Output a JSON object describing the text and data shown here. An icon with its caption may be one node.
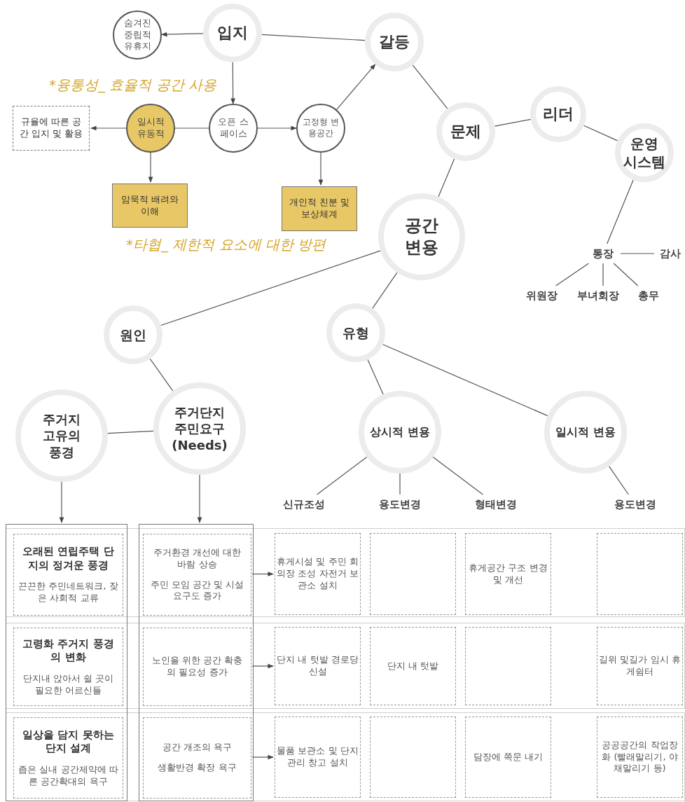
{
  "diagram": {
    "nodes": [
      {
        "text": [
          "숨겨진 중립적 유휴지"
        ]
      },
      {
        "text": [
          "입지"
        ]
      },
      {
        "text": [
          "갈등"
        ]
      },
      {
        "text": [
          "규율에 따른 공간 입지 및 활용"
        ]
      },
      {
        "text": [
          "일시적 유동적"
        ]
      },
      {
        "text": [
          "오픈 스페이스"
        ]
      },
      {
        "text": [
          "고정형 변용공간"
        ]
      },
      {
        "text": [
          "문제"
        ]
      },
      {
        "text": [
          "리더"
        ]
      },
      {
        "text": [
          "운영 시스템"
        ]
      },
      {
        "text": [
          "암묵적 배려와 이해"
        ]
      },
      {
        "text": [
          "개인적 친분 및 보상체계"
        ]
      },
      {
        "text": [
          "공간 변용"
        ]
      },
      {
        "text": [
          "통장"
        ]
      },
      {
        "text": [
          "감사"
        ]
      },
      {
        "text": [
          "위원장"
        ]
      },
      {
        "text": [
          "부녀회장"
        ]
      },
      {
        "text": [
          "총무"
        ]
      },
      {
        "text": [
          "원인"
        ]
      },
      {
        "text": [
          "유형"
        ]
      },
      {
        "text": [
          "주거지 고유의 풍경"
        ]
      },
      {
        "text": [
          "주거단지 주민요구 (Needs)"
        ]
      },
      {
        "text": [
          "상시적 변용"
        ]
      },
      {
        "text": [
          "일시적 변용"
        ]
      },
      {
        "text": [
          "신규조성"
        ]
      },
      {
        "text": [
          "용도변경"
        ]
      },
      {
        "text": [
          "형태변경"
        ]
      },
      {
        "text": [
          "용도변경"
        ]
      },
      {
        "text": [],
        "shape": "box"
      },
      {
        "text": [],
        "shape": "box"
      },
      {
        "text": [
          "오래된 연립주택 단지의 정겨운 풍경",
          "끈끈한 주민네트워크, 잦은 사회적 교류"
        ],
        "in": 28
      },
      {
        "text": [
          "주거환경 개선에 대한 바람 상승",
          "주민 모임 공간 및 시설 요구도 증가"
        ],
        "in": 29
      },
      {
        "text": [
          "휴게시설 및 주민 회의장 조성 자전거 보관소 설치"
        ]
      },
      {
        "text": [],
        "shape": "box"
      },
      {
        "text": [
          "휴게공간 구조 변경 및 개선"
        ]
      },
      {
        "text": [],
        "shape": "box"
      },
      {
        "text": [
          "고령화 주거지 풍경의 변화",
          "단지내 앉아서 쉴 곳이 필요한 어르신들"
        ],
        "in": 28
      },
      {
        "text": [
          "노인을 위한 공간 확충의 필요성 증가"
        ],
        "in": 29
      },
      {
        "text": [
          "단지 내 텃밭 경로당 신설"
        ]
      },
      {
        "text": [
          "단지 내 텃밭"
        ]
      },
      {
        "text": [],
        "shape": "box"
      },
      {
        "text": [
          "길위 및길가 임시 휴게쉼터"
        ]
      },
      {
        "text": [
          "일상을 담지 못하는 단지 설계",
          "좁은 실내 공간제약에 따른 공간확대의 욕구"
        ],
        "in": 28
      },
      {
        "text": [
          "공간 개조의 욕구",
          "생활반경 확장 욕구"
        ],
        "in": 29
      },
      {
        "text": [
          "물품 보관소 및 단지관리 창고 설치"
        ]
      },
      {
        "text": [],
        "shape": "box"
      },
      {
        "text": [
          "담장에 쪽문 내기"
        ]
      },
      {
        "text": [
          "공공공간의 작업장화 (빨래말리기, 야채말리기 등)"
        ]
      }
    ],
    "edges": [
      {
        "from": 1,
        "to": 0,
        "arrow": "to"
      },
      {
        "from": 1,
        "to": 2,
        "arrow": "none"
      },
      {
        "from": 1,
        "to": 5,
        "arrow": "to"
      },
      {
        "from": 5,
        "to": 4,
        "arrow": "none"
      },
      {
        "from": 4,
        "to": 3,
        "arrow": "to"
      },
      {
        "from": 5,
        "to": 6,
        "arrow": "to"
      },
      {
        "from": 6,
        "to": 2,
        "arrow": "to"
      },
      {
        "from": 4,
        "to": 10,
        "arrow": "to"
      },
      {
        "from": 6,
        "to": 11,
        "arrow": "to"
      },
      {
        "from": 2,
        "to": 7,
        "arrow": "none"
      },
      {
        "from": 7,
        "to": 8,
        "arrow": "none"
      },
      {
        "from": 8,
        "to": 9,
        "arrow": "none"
      },
      {
        "from": 7,
        "to": 12,
        "arrow": "none"
      },
      {
        "from": 9,
        "to": 13,
        "arrow": "none"
      },
      {
        "from": 13,
        "to": 14,
        "arrow": "none"
      },
      {
        "from": 13,
        "to": 15,
        "arrow": "none"
      },
      {
        "from": 13,
        "to": 16,
        "arrow": "none"
      },
      {
        "from": 13,
        "to": 17,
        "arrow": "none"
      },
      {
        "from": 12,
        "to": 18,
        "arrow": "none"
      },
      {
        "from": 12,
        "to": 19,
        "arrow": "none"
      },
      {
        "from": 18,
        "to": 21,
        "arrow": "none"
      },
      {
        "from": 20,
        "to": 21,
        "arrow": "none"
      },
      {
        "from": 19,
        "to": 22,
        "arrow": "none"
      },
      {
        "from": 19,
        "to": 23,
        "arrow": "none"
      },
      {
        "from": 22,
        "to": 24,
        "arrow": "none"
      },
      {
        "from": 22,
        "to": 25,
        "arrow": "none"
      },
      {
        "from": 22,
        "to": 26,
        "arrow": "none"
      },
      {
        "from": 23,
        "to": 27,
        "arrow": "none"
      },
      {
        "from": 20,
        "to": 28,
        "arrow": "to"
      },
      {
        "from": 21,
        "to": 29,
        "arrow": "to"
      },
      {
        "from": 31,
        "to": 32,
        "arrow": "to"
      },
      {
        "from": 37,
        "to": 38,
        "arrow": "to"
      },
      {
        "from": 43,
        "to": 44,
        "arrow": "to"
      }
    ],
    "labels": [
      "*융통성_ 효율적 공간 사용",
      "*타협_ 제한적 요소에 대한 방편"
    ]
  }
}
